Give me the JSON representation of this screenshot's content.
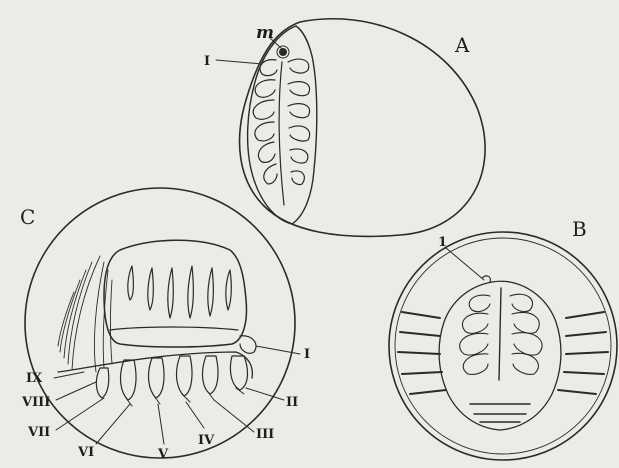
{
  "figure": {
    "panels": {
      "A": {
        "letter": "A",
        "labels": {
          "m": "m",
          "one": "I"
        }
      },
      "B": {
        "letter": "B",
        "labels": {
          "one": "1"
        }
      },
      "C": {
        "letter": "C",
        "labels": {
          "I": "I",
          "II": "II",
          "III": "III",
          "IV": "IV",
          "V": "V",
          "VI": "VI",
          "VII": "VII",
          "VIII": "VIII",
          "IX": "IX"
        }
      }
    }
  },
  "colors": {
    "background": "#ecebe6",
    "ink": "#2a2a2a"
  }
}
